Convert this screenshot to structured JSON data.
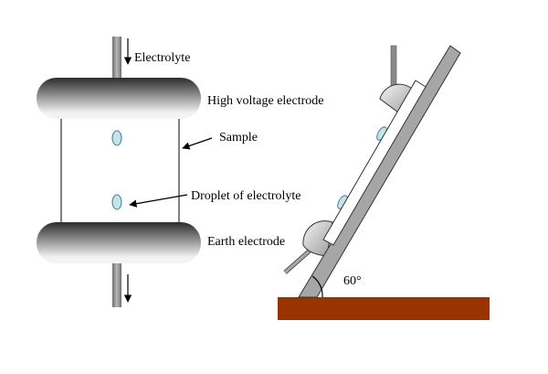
{
  "labels": {
    "electrolyte": "Electrolyte",
    "high_voltage_electrode": "High voltage electrode",
    "sample": "Sample",
    "droplet": "Droplet of electrolyte",
    "earth_electrode": "Earth electrode",
    "angle": "60°"
  },
  "colors": {
    "base_plate": "#993300",
    "droplet_fill": "#c5e3ea",
    "droplet_stroke": "#3e7f8c",
    "rod_fill": "#8a8a8a",
    "plate_fill": "#a6a6a6",
    "electrode_dark": "#2b2b2b",
    "electrode_light": "#f4f4f4"
  }
}
